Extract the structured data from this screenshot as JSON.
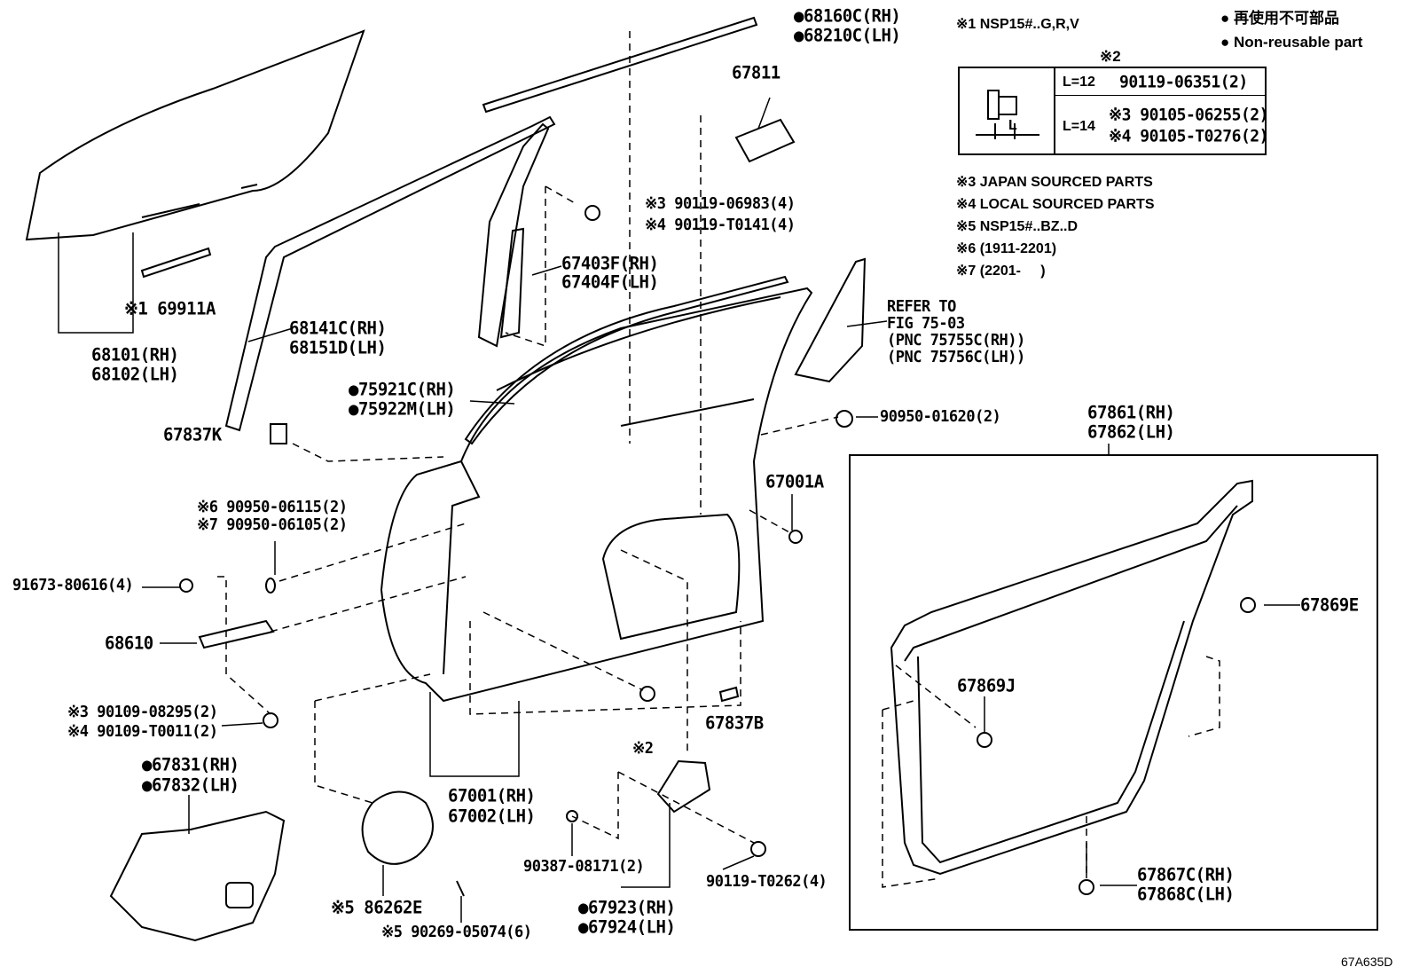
{
  "legend": {
    "non_reusable_jp": "● 再使用不可部品",
    "non_reusable_en": "● Non-reusable part",
    "note1": "※1 NSP15#..G,R,V",
    "note3": "※3 JAPAN SOURCED PARTS",
    "note4": "※4 LOCAL SOURCED PARTS",
    "note5": "※5 NSP15#..BZ..D",
    "note6": "※6 (1911-2201)",
    "note7": "※7 (2201-     )"
  },
  "bolt_table": {
    "title": "※2",
    "dim_label": "L",
    "rows": [
      {
        "length": "L=12",
        "parts": [
          "90119-06351(2)"
        ]
      },
      {
        "length": "L=14",
        "parts": [
          "※3 90105-06255(2)",
          "※4 90105-T0276(2)"
        ]
      }
    ]
  },
  "parts": {
    "p68160c": "●68160C(RH)",
    "p68210c": "●68210C(LH)",
    "p67811": "67811",
    "p90119_06983": "※3 90119-06983(4)",
    "p90119_t0141": "※4 90119-T0141(4)",
    "p67403f": "67403F(RH)",
    "p67404f": "67404F(LH)",
    "p69911a": "※1 69911A",
    "p68141c": "68141C(RH)",
    "p68151d": "68151D(LH)",
    "p68101": "68101(RH)",
    "p68102": "68102(LH)",
    "refer1": "REFER TO",
    "refer2": "FIG 75-03",
    "refer3": "(PNC 75755C(RH))",
    "refer4": "(PNC 75756C(LH))",
    "p75921c": "●75921C(RH)",
    "p75922m": "●75922M(LH)",
    "p90950_01620": "90950-01620(2)",
    "p67861": "67861(RH)",
    "p67862": "67862(LH)",
    "p67837k": "67837K",
    "p67001a": "67001A",
    "p90950_06115": "※6 90950-06115(2)",
    "p90950_06105": "※7 90950-06105(2)",
    "p91673": "91673-80616(4)",
    "p67869e": "67869E",
    "p68610": "68610",
    "p67869j": "67869J",
    "p90109_08295": "※3 90109-08295(2)",
    "p90109_t0011": "※4 90109-T0011(2)",
    "p67837b": "67837B",
    "ref2": "※2",
    "p67831": "●67831(RH)",
    "p67832": "●67832(LH)",
    "p67001": "67001(RH)",
    "p67002": "67002(LH)",
    "p90387": "90387-08171(2)",
    "p67867c": "67867C(RH)",
    "p67868c": "67868C(LH)",
    "p90119_t0262": "90119-T0262(4)",
    "p67923": "●67923(RH)",
    "p67924": "●67924(LH)",
    "p86262e": "※5 86262E",
    "p90269": "※5 90269-05074(6)"
  },
  "figure_code": "67A635D"
}
